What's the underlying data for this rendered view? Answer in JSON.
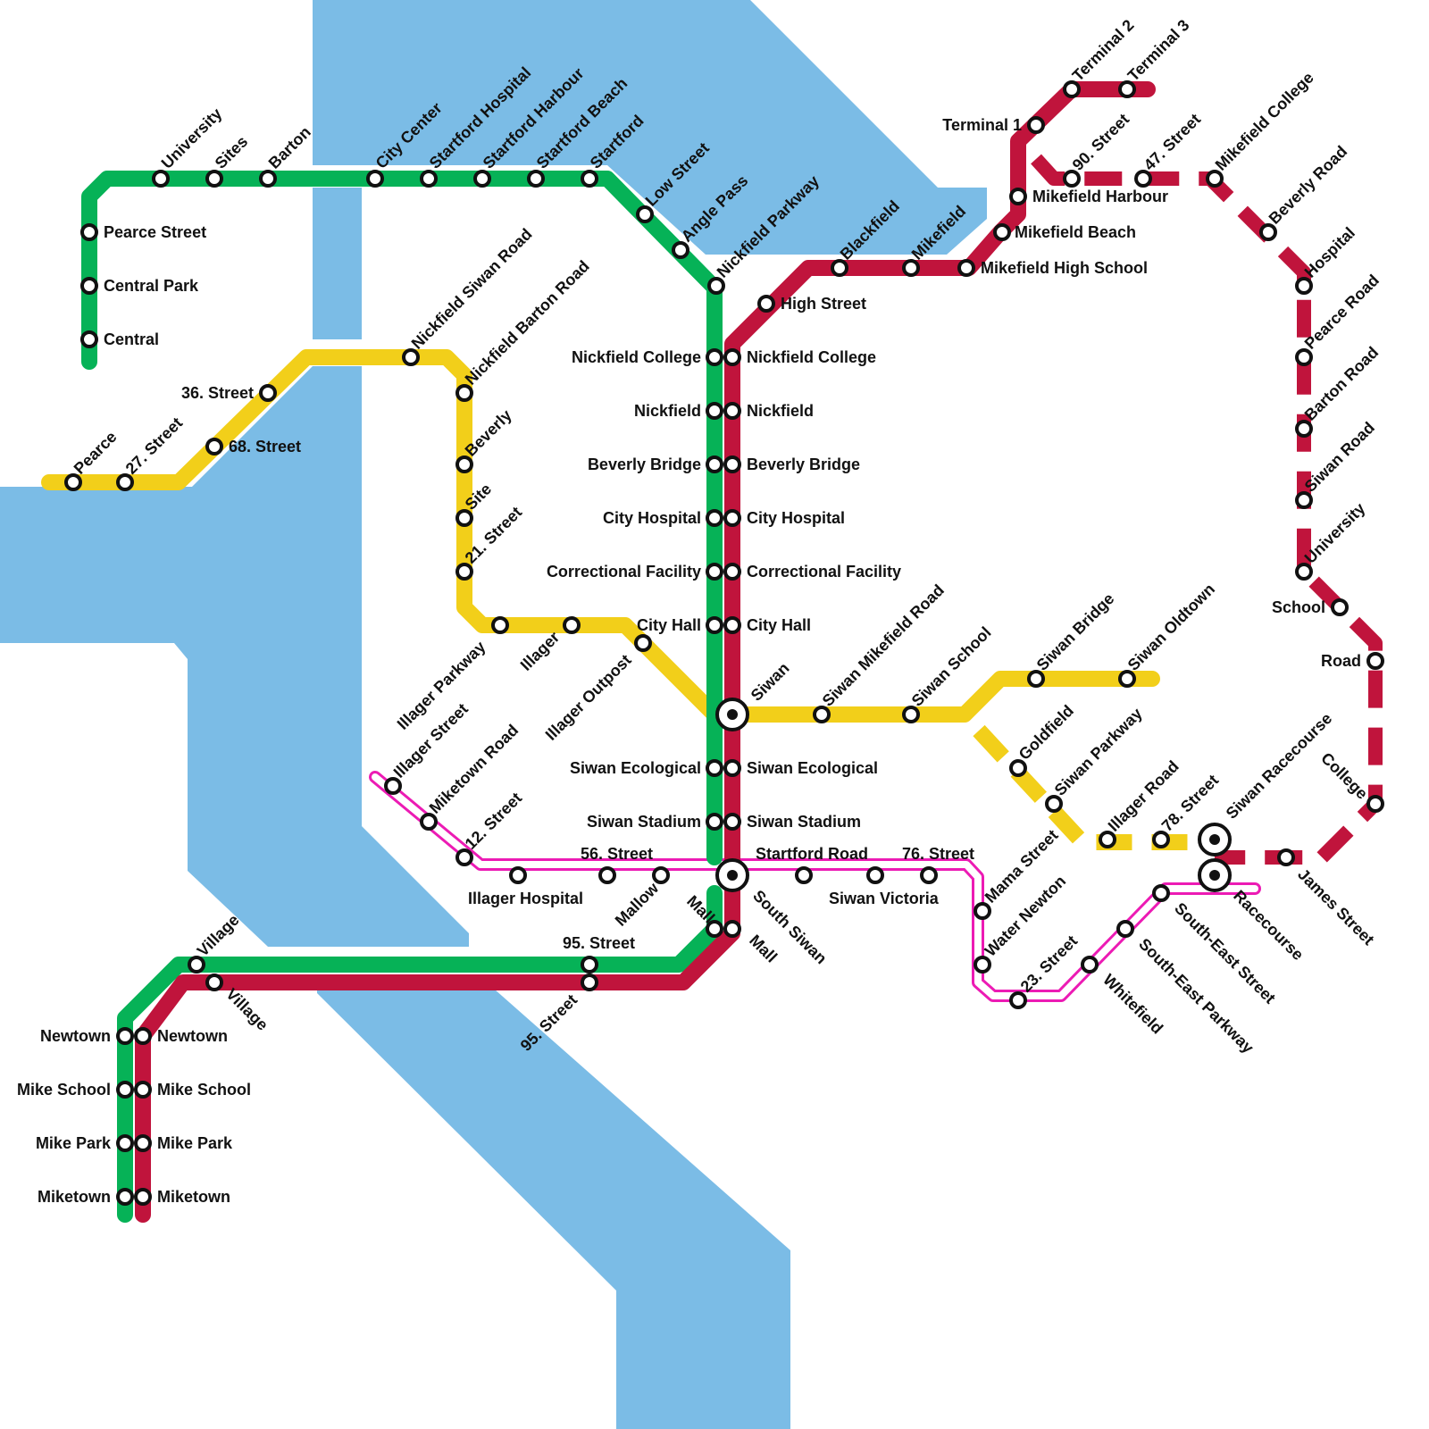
{
  "colors": {
    "water": "#7bbce6",
    "green": "#06b257",
    "red": "#c0143c",
    "yellow": "#f2cf1a",
    "magenta": "#ec1bb4"
  },
  "lines": [
    {
      "id": "green",
      "color": "green"
    },
    {
      "id": "red",
      "color": "red"
    },
    {
      "id": "yellow",
      "color": "yellow"
    },
    {
      "id": "red-dashed",
      "color": "red",
      "style": "dashed"
    },
    {
      "id": "yellow-dashed",
      "color": "yellow",
      "style": "dashed"
    },
    {
      "id": "magenta",
      "color": "magenta",
      "style": "double"
    }
  ],
  "stations": {
    "university_w": "University",
    "sites": "Sites",
    "barton": "Barton",
    "city_center": "City Center",
    "startford_hospital": "Startford Hospital",
    "startford_harbour": "Startford Harbour",
    "startford_beach": "Startford Beach",
    "startford": "Startford",
    "low_street": "Low Street",
    "angle_pass": "Angle Pass",
    "nickfield_parkway": "Nickfield Parkway",
    "pearce_street": "Pearce Street",
    "central_park": "Central Park",
    "central": "Central",
    "nickfield_siwan_road": "Nickfield Siwan Road",
    "nickfield_barton_road": "Nickfield Barton Road",
    "street_36": "36. Street",
    "street_68": "68. Street",
    "pearce": "Pearce",
    "street_27": "27. Street",
    "beverly": "Beverly",
    "site": "Site",
    "street_21": "21. Street",
    "illager_parkway": "Illager Parkway",
    "illager": "Illager",
    "illager_outpost": "Illager Outpost",
    "nickfield_college": "Nickfield College",
    "nickfield": "Nickfield",
    "beverly_bridge": "Beverly Bridge",
    "city_hospital": "City Hospital",
    "correctional_facility": "Correctional Facility",
    "city_hall": "City Hall",
    "siwan": "Siwan",
    "siwan_ecological": "Siwan Ecological",
    "siwan_stadium": "Siwan Stadium",
    "south_siwan": "South Siwan",
    "mall": "Mall",
    "high_street": "High Street",
    "blackfield": "Blackfield",
    "mikefield": "Mikefield",
    "mikefield_high_school": "Mikefield High School",
    "mikefield_beach": "Mikefield Beach",
    "mikefield_harbour": "Mikefield Harbour",
    "terminal_1": "Terminal 1",
    "terminal_2": "Terminal 2",
    "terminal_3": "Terminal 3",
    "street_90": "90. Street",
    "street_47": "47. Street",
    "mikefield_college": "Mikefield College",
    "beverly_road": "Beverly Road",
    "hospital": "Hospital",
    "pearce_road": "Pearce Road",
    "barton_road": "Barton Road",
    "siwan_road": "Siwan Road",
    "university_e": "University",
    "school": "School",
    "road": "Road",
    "college": "College",
    "james_street": "James Street",
    "siwan_mikefield_road": "Siwan Mikefield Road",
    "siwan_school": "Siwan School",
    "siwan_bridge": "Siwan Bridge",
    "siwan_oldtown": "Siwan Oldtown",
    "goldfield": "Goldfield",
    "siwan_parkway": "Siwan Parkway",
    "illager_road": "Illager Road",
    "street_78": "78. Street",
    "siwan_racecourse": "Siwan Racecourse",
    "racecourse": "Racecourse",
    "illager_street": "Illager Street",
    "miketown_road": "Miketown Road",
    "street_12": "12. Street",
    "illager_hospital": "Illager Hospital",
    "street_56": "56. Street",
    "mallow": "Mallow",
    "startford_road": "Startford Road",
    "street_76": "76. Street",
    "siwan_victoria": "Siwan Victoria",
    "mama_street": "Mama Street",
    "water_newton": "Water Newton",
    "street_23": "23. Street",
    "whitefield": "Whitefield",
    "south_east_parkway": "South-East Parkway",
    "south_east_street": "South-East Street",
    "street_95": "95. Street",
    "village": "Village",
    "newtown": "Newtown",
    "mike_school": "Mike School",
    "mike_park": "Mike Park",
    "miketown": "Miketown"
  }
}
